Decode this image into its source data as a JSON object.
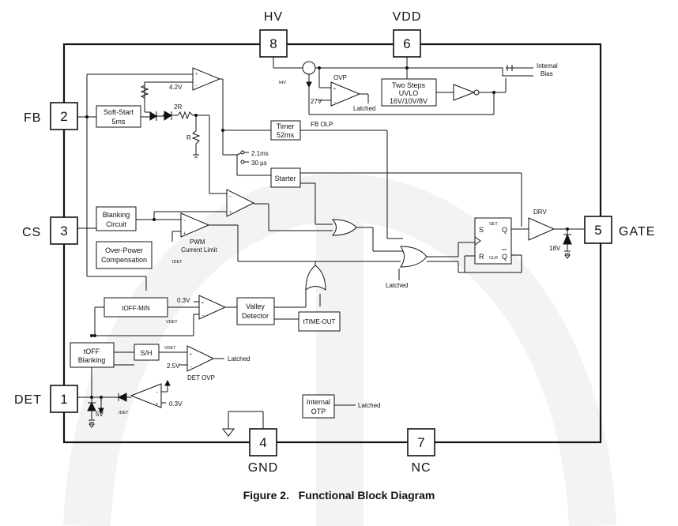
{
  "figure": {
    "number": "Figure 2.",
    "title": "Functional Block Diagram"
  },
  "pins": [
    {
      "id": "hv",
      "number": "8",
      "label": "HV"
    },
    {
      "id": "vdd",
      "number": "6",
      "label": "VDD"
    },
    {
      "id": "fb",
      "number": "2",
      "label": "FB"
    },
    {
      "id": "cs",
      "number": "3",
      "label": "CS"
    },
    {
      "id": "gate",
      "number": "5",
      "label": "GATE"
    },
    {
      "id": "det",
      "number": "1",
      "label": "DET"
    },
    {
      "id": "gnd",
      "number": "4",
      "label": "GND"
    },
    {
      "id": "nc",
      "number": "7",
      "label": "NC"
    }
  ],
  "blocks": {
    "soft_start": [
      "Soft-Start",
      "5ms"
    ],
    "timer": [
      "Timer",
      "52ms"
    ],
    "starter": "Starter",
    "blanking": [
      "Blanking",
      "Circuit"
    ],
    "ovp_comp": [
      "Over-Power",
      "Compensation"
    ],
    "uvlo": [
      "Two Steps",
      "UVLO",
      "16V/10V/8V"
    ],
    "toff_min": "tOFF-MIN",
    "valley": [
      "Valley",
      "Detector"
    ],
    "time_out": "tTIME-OUT",
    "toff_blanking": [
      "tOFF",
      "Blanking"
    ],
    "sh": "S/H",
    "otp": [
      "Internal",
      "OTP"
    ],
    "sr_latch": {
      "s": "S",
      "r": "R",
      "q": "Q",
      "qbar": "Q",
      "set": "SET",
      "clr": "CLR"
    }
  },
  "labels": {
    "v4_2": "4.2V",
    "r2": "2R",
    "r": "R",
    "ihv": "IHV",
    "ovp": "OVP",
    "v27": "27V",
    "latched": "Latched",
    "internal_bias": [
      "Internal",
      "Bias"
    ],
    "fb_olp": "FB OLP",
    "t2_1ms": "2.1ms",
    "t30us": "30 µs",
    "pwm_limit": [
      "PWM",
      "Current Limit"
    ],
    "idet": "IDET",
    "drv": "DRV",
    "v18": "18V",
    "v0_3": "0.3V",
    "vdet": "VDET",
    "v2_5": "2.5V",
    "det_ovp": "DET OVP",
    "v5": "5V",
    "plus": "+",
    "minus": "−"
  }
}
